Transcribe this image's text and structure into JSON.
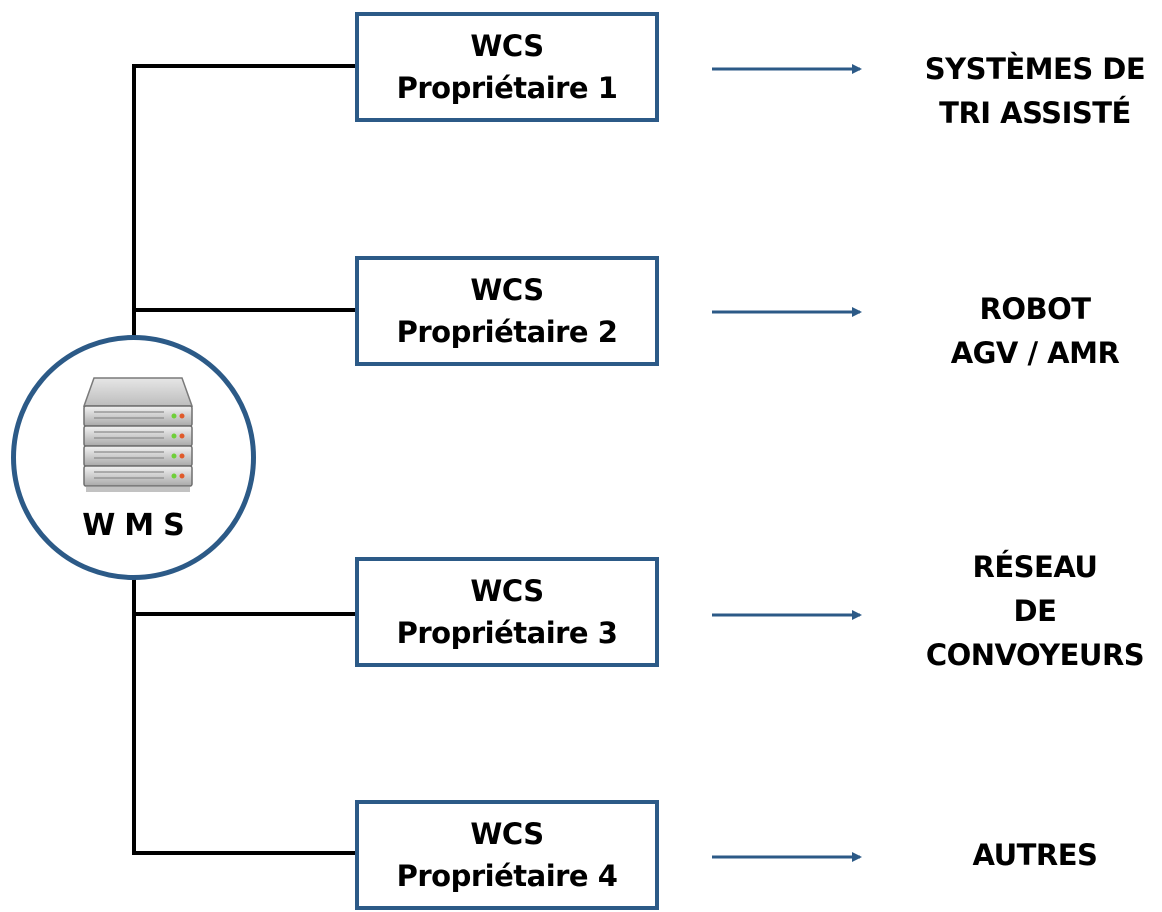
{
  "wms": {
    "label": "WMS",
    "icon": "server-stack-icon"
  },
  "wcs_boxes": [
    {
      "line1": "WCS",
      "line2": "Propriétaire 1"
    },
    {
      "line1": "WCS",
      "line2": "Propriétaire 2"
    },
    {
      "line1": "WCS",
      "line2": "Propriétaire 3"
    },
    {
      "line1": "WCS",
      "line2": "Propriétaire 4"
    }
  ],
  "targets": [
    {
      "lines": [
        "SYSTÈMES DE",
        "TRI ASSISTÉ"
      ]
    },
    {
      "lines": [
        "ROBOT",
        "AGV / AMR"
      ]
    },
    {
      "lines": [
        "RÉSEAU",
        "DE",
        "CONVOYEURS"
      ]
    },
    {
      "lines": [
        "AUTRES"
      ]
    }
  ],
  "colors": {
    "box_border": "#2c5a87",
    "arrow": "#2c5a87",
    "connector": "#000000"
  }
}
